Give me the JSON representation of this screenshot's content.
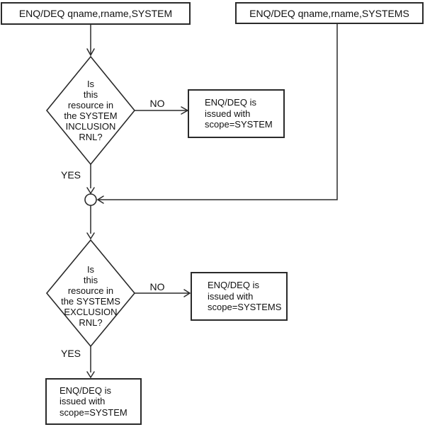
{
  "diagram": {
    "nodes": {
      "start_system": {
        "label": "ENQ/DEQ qname,rname,SYSTEM"
      },
      "start_systems": {
        "label": "ENQ/DEQ qname,rname,SYSTEMS"
      },
      "decision_inclusion": {
        "lines": [
          "Is",
          "this",
          "resource in",
          "the SYSTEM",
          "INCLUSION",
          "RNL?"
        ]
      },
      "result_system": {
        "lines": [
          "ENQ/DEQ is",
          "issued with",
          "scope=SYSTEM"
        ]
      },
      "decision_exclusion": {
        "lines": [
          "Is",
          "this",
          "resource in",
          "the SYSTEMS",
          "EXCLUSION",
          "RNL?"
        ]
      },
      "result_systems": {
        "lines": [
          "ENQ/DEQ is",
          "issued with",
          "scope=SYSTEMS"
        ]
      },
      "final_system": {
        "lines": [
          "ENQ/DEQ is",
          "issued with",
          "scope=SYSTEM"
        ]
      }
    },
    "edge_labels": {
      "inclusion_no": "NO",
      "inclusion_yes": "YES",
      "exclusion_no": "NO",
      "exclusion_yes": "YES"
    },
    "colors": {
      "line": "#2a2a2a",
      "text": "#111111",
      "background": "#ffffff",
      "node_fill": "#ffffff"
    }
  }
}
